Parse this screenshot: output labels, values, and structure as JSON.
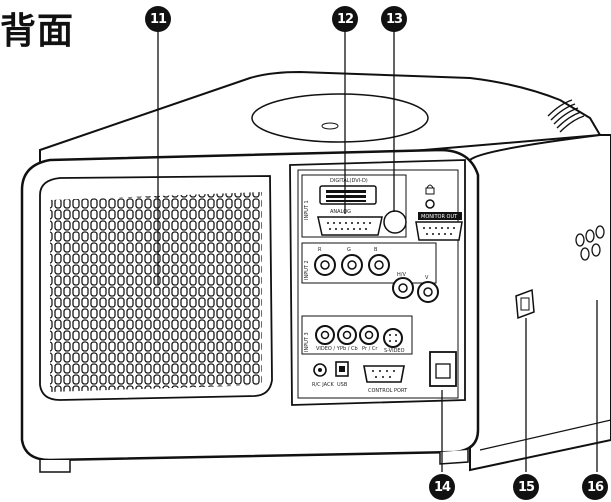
{
  "page": {
    "title": "背面"
  },
  "callouts": {
    "c11": "11",
    "c12": "12",
    "c13": "13",
    "c14": "14",
    "c15": "15",
    "c16": "16"
  },
  "panel_labels": {
    "input1": "INPUT 1",
    "digital": "DIGITAL(DVI-D)",
    "analog": "ANALOG",
    "monitor_out": "MONITOR OUT",
    "input2": "INPUT 2",
    "input3": "INPUT 3",
    "video_y": "VIDEO / Y",
    "pb_cb": "Pb / Cb",
    "pr_cr": "Pr / Cr",
    "s_video": "S-VIDEO",
    "r_jack": "R/C JACK",
    "usb": "USB",
    "control_port": "CONTROL PORT",
    "r": "R",
    "g": "G",
    "b": "B",
    "h_v": "H/V",
    "v": "V"
  },
  "colors": {
    "ink": "#111111",
    "body": "#ffffff",
    "vent": "#1a1a1a"
  }
}
